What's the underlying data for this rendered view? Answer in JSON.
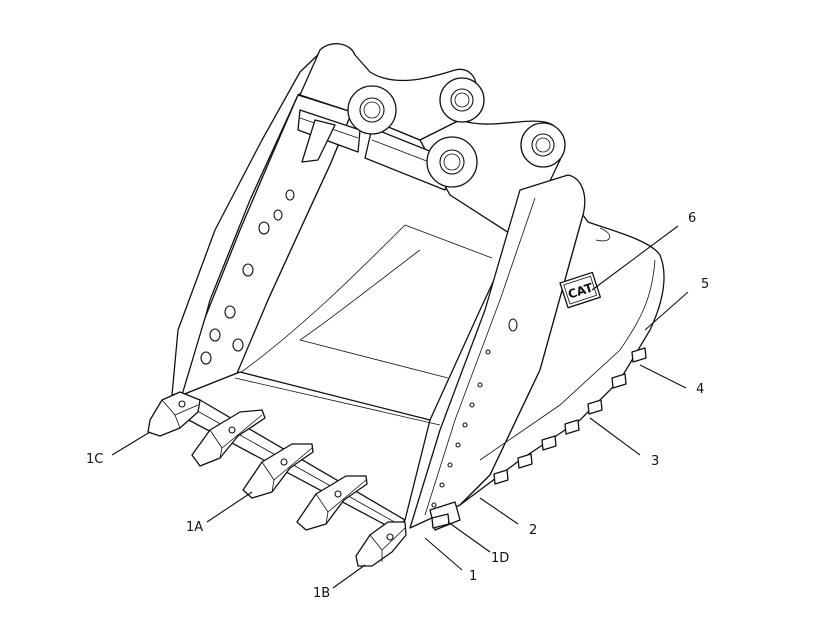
{
  "diagram": {
    "logo_text": "CAT",
    "callouts": [
      {
        "id": "6",
        "label": "6"
      },
      {
        "id": "5",
        "label": "5"
      },
      {
        "id": "4",
        "label": "4"
      },
      {
        "id": "3",
        "label": "3"
      },
      {
        "id": "2",
        "label": "2"
      },
      {
        "id": "1D",
        "label": "1D"
      },
      {
        "id": "1",
        "label": "1"
      },
      {
        "id": "1B",
        "label": "1B"
      },
      {
        "id": "1A",
        "label": "1A"
      },
      {
        "id": "1C",
        "label": "1C"
      }
    ]
  },
  "colors": {
    "line": "#111111",
    "background": "#ffffff"
  }
}
